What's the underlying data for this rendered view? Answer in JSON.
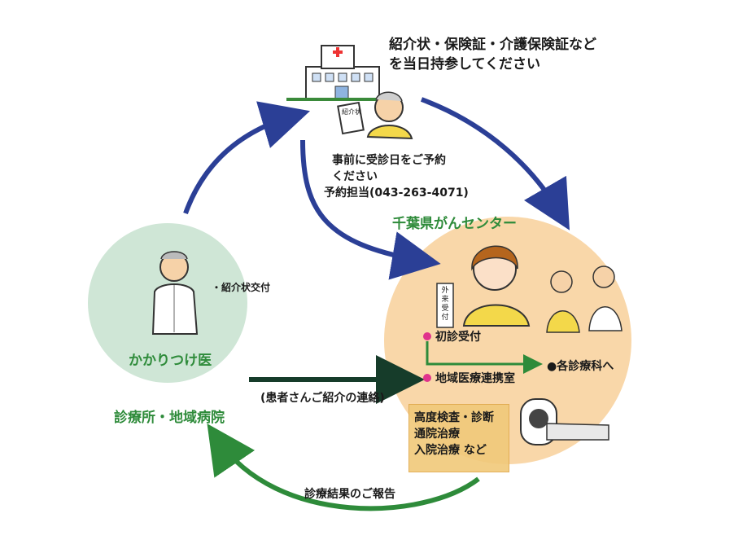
{
  "hospital": {
    "instruction": [
      "紹介状・保険証・介護保険証など",
      "を当日持参してください"
    ],
    "reservation": [
      "事前に受診日をご予約",
      "ください",
      "予約担当(043-263-4071)"
    ],
    "doc_label": "紹介状"
  },
  "clinic": {
    "referral_issue": "・紹介状交付",
    "name": "かかりつけ医",
    "type": "診療所・地域病院"
  },
  "center": {
    "name": "千葉県がんセンター",
    "reception_sign": "外来受付",
    "first_visit": "初診受付",
    "regional_office": "地域医療連携室",
    "departments": "●各診療科へ",
    "services": [
      "高度検査・診断",
      "通院治療",
      "入院治療 など"
    ]
  },
  "arrows": {
    "patient_referral": "(患者さんご紹介の連絡)",
    "result_report": "診療結果のご報告"
  },
  "colors": {
    "blue_arrow": "#2b3f96",
    "green_arrow": "#2e8b3a",
    "dark_arrow": "#163c2a",
    "clinic_circle": "#cfe6d6",
    "center_circle": "#f9d7a9",
    "accent_pink": "#e0338c"
  }
}
